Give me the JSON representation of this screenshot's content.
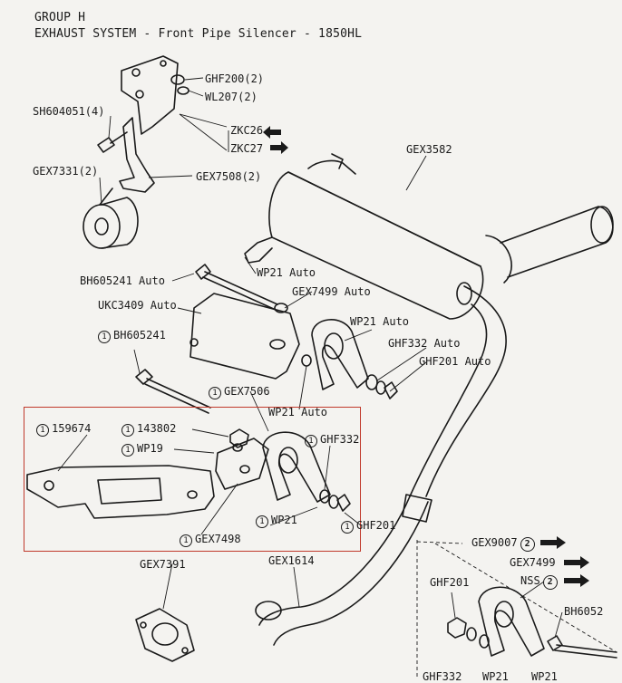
{
  "header": {
    "group": "GROUP H",
    "title": "EXHAUST SYSTEM - Front Pipe Silencer - 1850HL"
  },
  "labels": {
    "ghf200": "GHF200(2)",
    "wl207": "WL207(2)",
    "sh604051": "SH604051(4)",
    "zkc26": "ZKC26",
    "zkc27": "ZKC27",
    "gex3582": "GEX3582",
    "gex7331": "GEX7331(2)",
    "gex7508": "GEX7508(2)",
    "bh605241_auto": "BH605241 Auto",
    "wp21_auto_1": "WP21 Auto",
    "gex7499_auto": "GEX7499 Auto",
    "ukc3409_auto": "UKC3409 Auto",
    "bh605241": "BH605241",
    "wp21_auto_2": "WP21 Auto",
    "ghf332_auto": "GHF332 Auto",
    "ghf201_auto": "GHF201 Auto",
    "gex7506": "GEX7506",
    "wp21_auto_3": "WP21 Auto",
    "n159674": "159674",
    "n143802": "143802",
    "wp19": "WP19",
    "ghf332": "GHF332",
    "gex7498": "GEX7498",
    "wp21": "WP21",
    "ghf201": "GHF201",
    "gex9007": "GEX9007",
    "gex7391": "GEX7391",
    "gex1614": "GEX1614",
    "ghf201_b": "GHF201",
    "gex7499": "GEX7499",
    "nss": "NSS",
    "bh605": "BH6052",
    "ghf332_b": "GHF332",
    "wp21_b": "WP21",
    "wp21_c": "WP21"
  },
  "markers": {
    "one": "1",
    "two": "2"
  },
  "colors": {
    "ink": "#1a1a1a",
    "paper": "#f4f3f0",
    "highlight_box": "#c0392b"
  }
}
